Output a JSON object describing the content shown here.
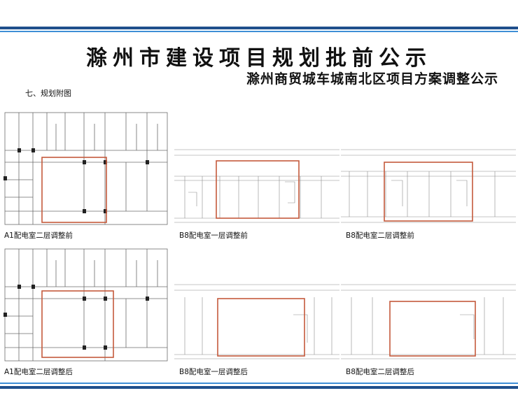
{
  "header": {
    "title": "滁州市建设项目规划批前公示",
    "subtitle": "滁州商贸城车城南北区项目方案调整公示",
    "section_label": "七、规划附图"
  },
  "colors": {
    "band_dark": "#1f4f8c",
    "band_light": "#3f8fd6",
    "highlight": "#c45a3c",
    "line": "#6b6b6b"
  },
  "drawings": [
    {
      "caption": "A1配电室二层调整前"
    },
    {
      "caption": "B8配电室一层调整前"
    },
    {
      "caption": "B8配电室二层调整前"
    },
    {
      "caption": "A1配电室二层调整后"
    },
    {
      "caption": "B8配电室一层调整后"
    },
    {
      "caption": "B8配电室二层调整后"
    }
  ]
}
